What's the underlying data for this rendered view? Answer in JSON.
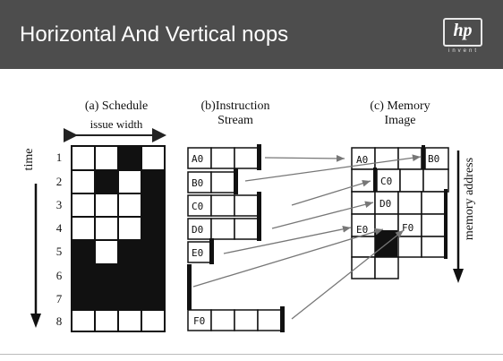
{
  "slide": {
    "title": "Horizontal And Vertical nops",
    "logo_text": "hp",
    "logo_sub": "invent"
  },
  "diagram": {
    "schedule_caption": "(a) Schedule",
    "issue_width_label": "issue width",
    "time_label": "time",
    "stream_caption_line1": "(b)Instruction",
    "stream_caption_line2": "Stream",
    "memory_caption_line1": "(c) Memory",
    "memory_caption_line2": "Image",
    "memory_address_label": "memory address",
    "row_numbers": [
      "1",
      "2",
      "3",
      "4",
      "5",
      "6",
      "7",
      "8"
    ],
    "schedule_cells": [
      [
        0,
        0,
        1,
        0
      ],
      [
        0,
        1,
        0,
        1
      ],
      [
        0,
        0,
        0,
        1
      ],
      [
        0,
        0,
        0,
        1
      ],
      [
        1,
        0,
        1,
        1
      ],
      [
        1,
        1,
        1,
        1
      ],
      [
        1,
        1,
        1,
        1
      ],
      [
        0,
        0,
        0,
        0
      ]
    ],
    "stream_labels": [
      "A0",
      "B0",
      "C0",
      "D0",
      "E0",
      "F0"
    ],
    "memory_labels": [
      "A0",
      "B0",
      "C0",
      "D0",
      "E0",
      "F0"
    ]
  },
  "colors": {
    "header": "#4d4d4d",
    "ink": "#111111",
    "arrow": "#777777"
  }
}
